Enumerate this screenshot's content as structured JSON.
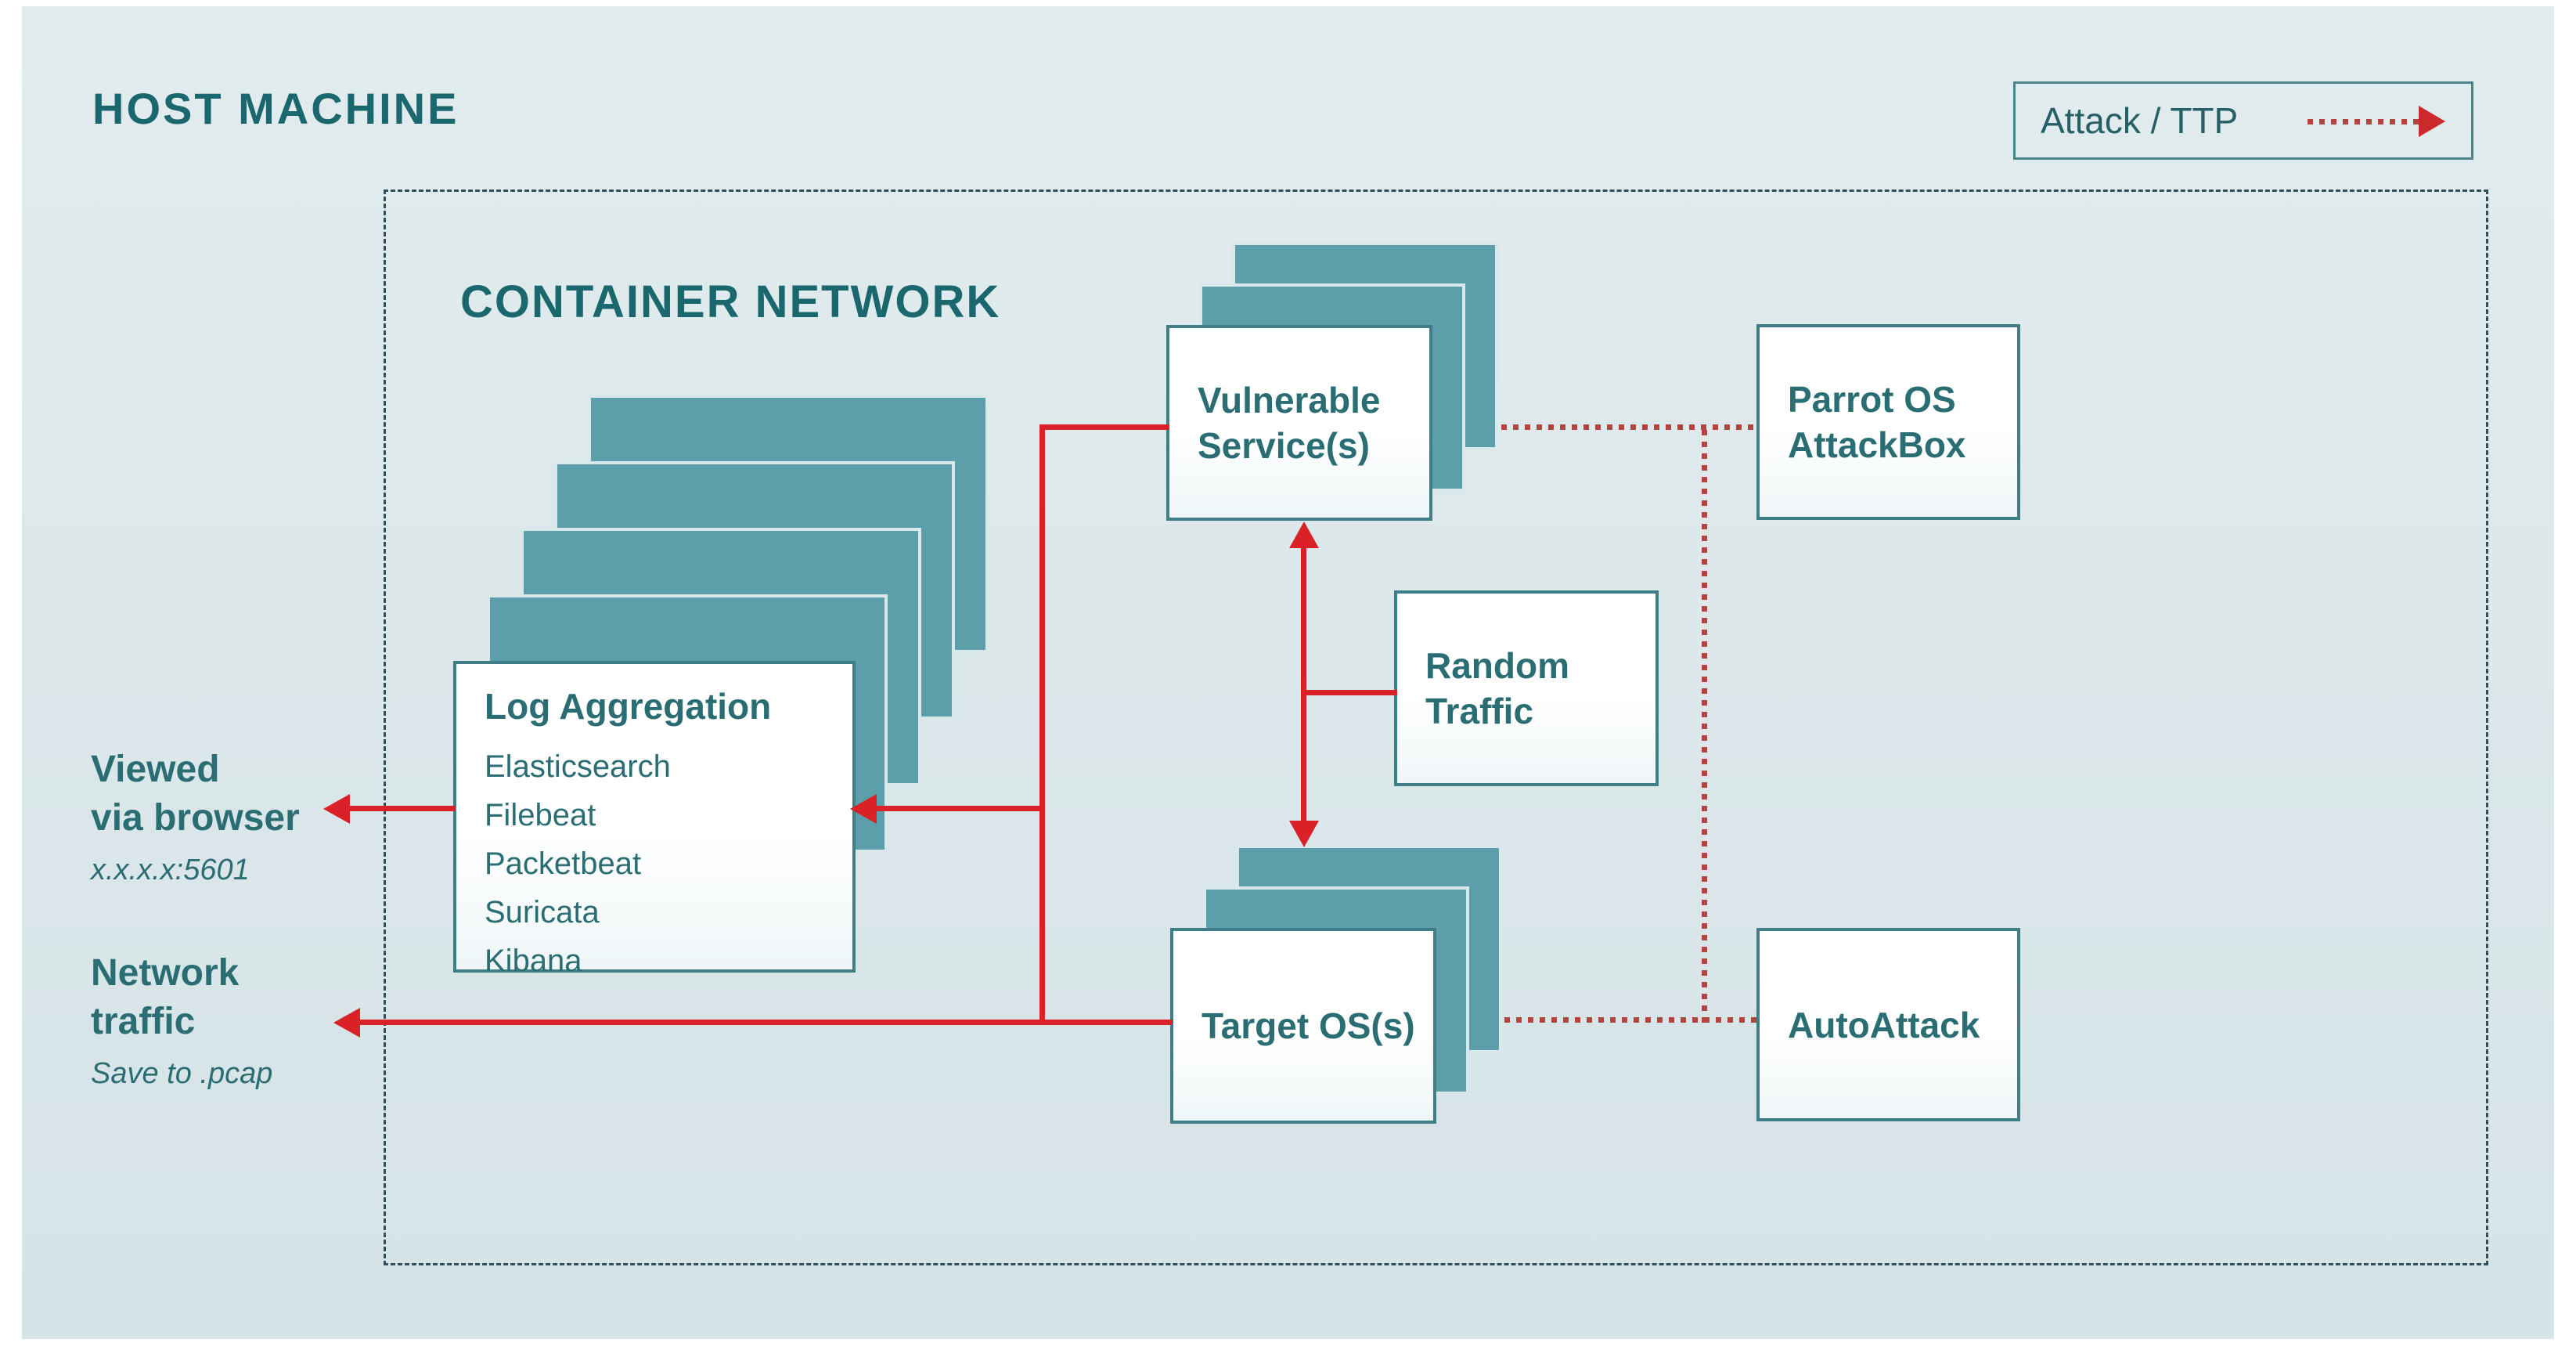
{
  "page": {
    "title": "HOST MACHINE"
  },
  "legend": {
    "label": "Attack / TTP"
  },
  "container_network": {
    "label": "CONTAINER NETWORK"
  },
  "nodes": {
    "log_aggregation": {
      "title": "Log Aggregation",
      "items": [
        "Elasticsearch",
        "Filebeat",
        "Packetbeat",
        "Suricata",
        "Kibana"
      ]
    },
    "vulnerable_services": {
      "line1": "Vulnerable",
      "line2": "Service(s)"
    },
    "random_traffic": {
      "line1": "Random",
      "line2": "Traffic"
    },
    "target_os": {
      "label": "Target OS(s)"
    },
    "parrot_attackbox": {
      "line1": "Parrot OS",
      "line2": "AttackBox"
    },
    "autoattack": {
      "label": "AutoAttack"
    }
  },
  "annotations": {
    "viewed": {
      "line1": "Viewed",
      "line2": "via browser",
      "note": "x.x.x.x:5601"
    },
    "network_traffic": {
      "line1": "Network",
      "line2": "traffic",
      "note": "Save to .pcap"
    }
  },
  "colors": {
    "panel_bg": "#DCE8EA",
    "heading_teal": "#1A676E",
    "label_teal": "#2A6E74",
    "card_teal": "#5C9EA9",
    "box_border_teal": "#407E87",
    "dashed_border": "#31505A",
    "attack_red_solid": "#DA2128",
    "attack_red_dotted": "#B2453F"
  }
}
